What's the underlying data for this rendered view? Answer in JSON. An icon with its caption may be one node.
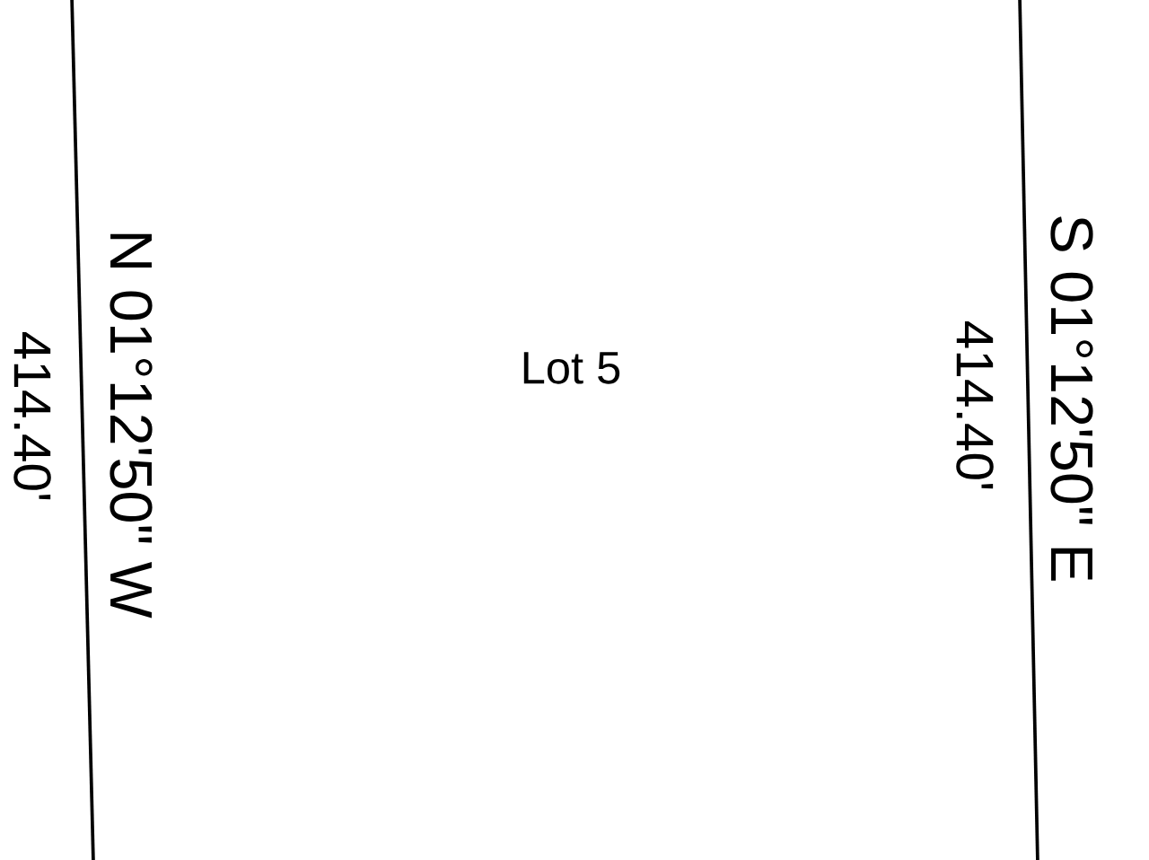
{
  "diagram": {
    "labels": [
      "414.40'",
      "N 01°12'50\" W",
      "Lot 5",
      "414.40'",
      "S 01°12'50\" E"
    ]
  }
}
